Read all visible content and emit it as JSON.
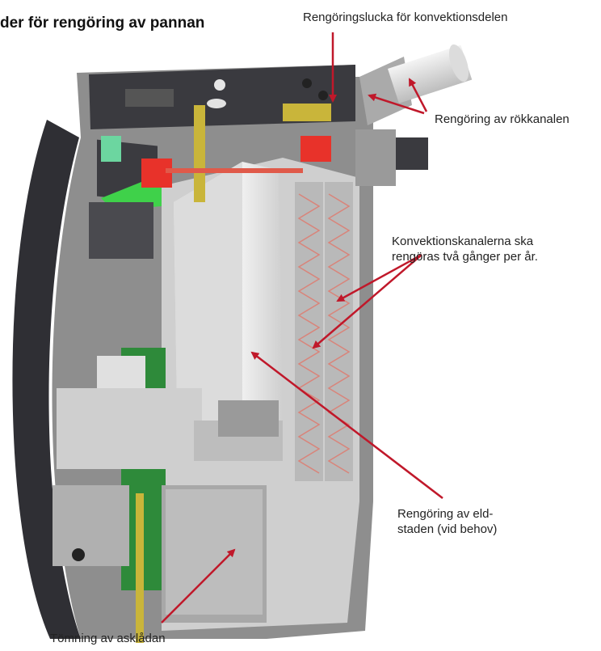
{
  "title": "der för rengöring av pannan",
  "labels": {
    "convection_hatch": "Rengöringslucka för konvektionsdelen",
    "flue": "Rengöring av rökkanalen",
    "convection_channels_line1": "Konvektionskanalerna ska",
    "convection_channels_line2": "rengöras två gånger per år.",
    "firebox_line1": "Rengöring av eld-",
    "firebox_line2": "staden (vid behov)",
    "ashbox": "Tömning av asklådan"
  },
  "colors": {
    "arrow": "#c0182a",
    "body_gray": "#8a8a8a",
    "interior": "#d6d6d6",
    "outer_shell": "#2f2f34",
    "highlight_red": "#e8322a",
    "green_board": "#2e8a3a",
    "yellow_part": "#c9b53a",
    "screen_green": "#3fd14a"
  }
}
